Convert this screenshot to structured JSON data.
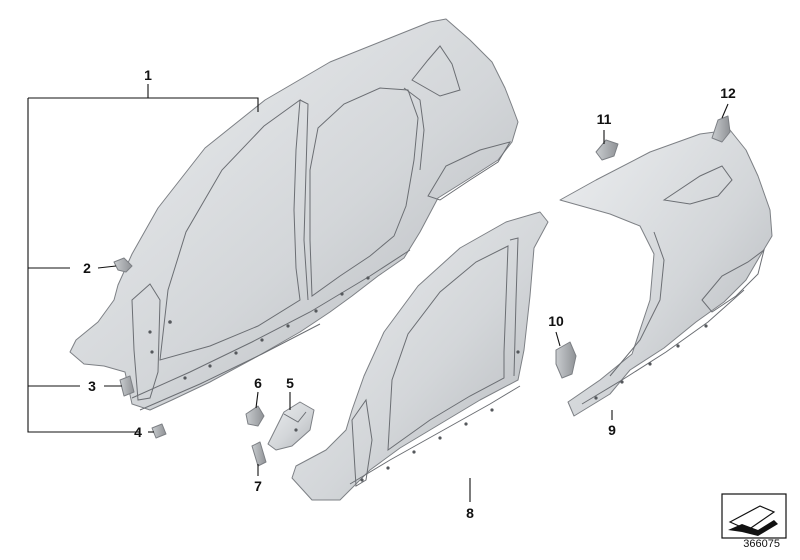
{
  "callouts": {
    "c1": "1",
    "c2": "2",
    "c3": "3",
    "c4": "4",
    "c5": "5",
    "c6": "6",
    "c7": "7",
    "c8": "8",
    "c9": "9",
    "c10": "10",
    "c11": "11",
    "c12": "12"
  },
  "reference_number": "366075",
  "colors": {
    "panel_light": "#dfe1e4",
    "panel_mid": "#c4c7cb",
    "panel_dark": "#a4a7ab",
    "line": "#111111"
  }
}
